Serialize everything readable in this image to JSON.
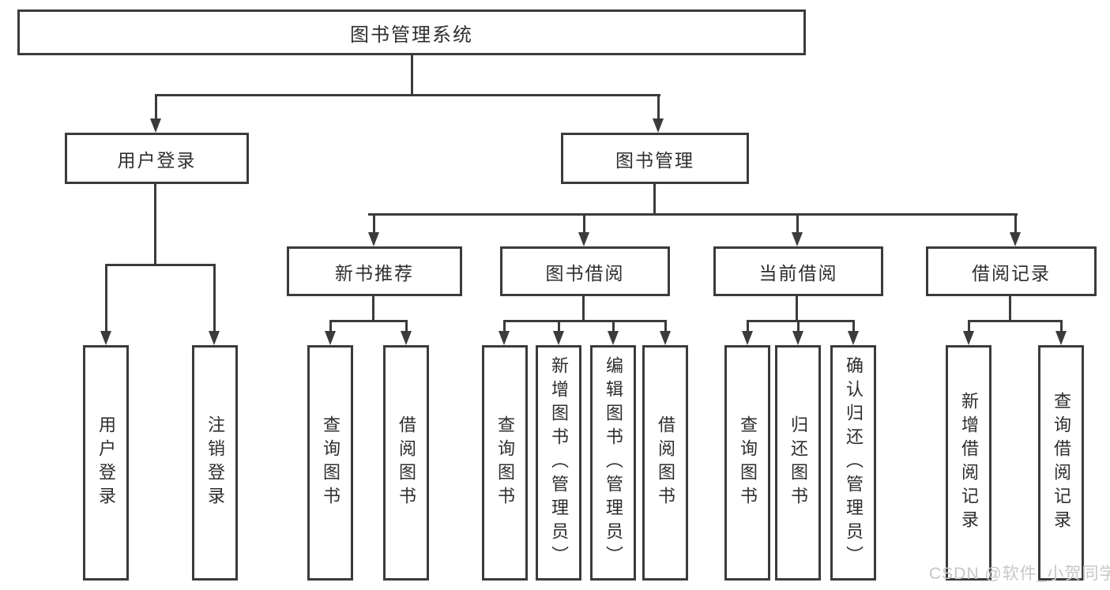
{
  "nodes": {
    "root": {
      "label": "图书管理系统"
    },
    "level2": [
      {
        "id": "user-login",
        "label": "用户登录"
      },
      {
        "id": "book-management",
        "label": "图书管理"
      }
    ],
    "level3": [
      {
        "id": "new-book-recommend",
        "label": "新书推荐"
      },
      {
        "id": "book-borrowing",
        "label": "图书借阅"
      },
      {
        "id": "current-borrowing",
        "label": "当前借阅"
      },
      {
        "id": "borrowing-records",
        "label": "借阅记录"
      }
    ],
    "leaves": [
      {
        "id": "user-login-action",
        "label": "用户登录",
        "parent": "user-login"
      },
      {
        "id": "logout",
        "label": "注销登录",
        "parent": "user-login"
      },
      {
        "id": "query-books-recommend",
        "label": "查询图书",
        "parent": "new-book-recommend"
      },
      {
        "id": "borrow-books-recommend",
        "label": "借阅图书",
        "parent": "new-book-recommend"
      },
      {
        "id": "query-books-borrowing",
        "label": "查询图书",
        "parent": "book-borrowing"
      },
      {
        "id": "add-books-admin",
        "label": "新增图书（管理员）",
        "parent": "book-borrowing"
      },
      {
        "id": "edit-books-admin",
        "label": "编辑图书（管理员）",
        "parent": "book-borrowing"
      },
      {
        "id": "borrow-books-borrowing",
        "label": "借阅图书",
        "parent": "book-borrowing"
      },
      {
        "id": "query-books-current",
        "label": "查询图书",
        "parent": "current-borrowing"
      },
      {
        "id": "return-books",
        "label": "归还图书",
        "parent": "current-borrowing"
      },
      {
        "id": "confirm-return-admin",
        "label": "确认归还（管理员）",
        "parent": "current-borrowing"
      },
      {
        "id": "add-borrow-record",
        "label": "新增借阅记录",
        "parent": "borrowing-records"
      },
      {
        "id": "query-borrow-record",
        "label": "查询借阅记录",
        "parent": "borrowing-records"
      }
    ]
  },
  "watermark": "CSDN @软件_小贺同学",
  "colors": {
    "line": "#3b3b3b",
    "text": "#2e2e2e",
    "watermark": "#c7c7c7",
    "background": "#ffffff"
  }
}
